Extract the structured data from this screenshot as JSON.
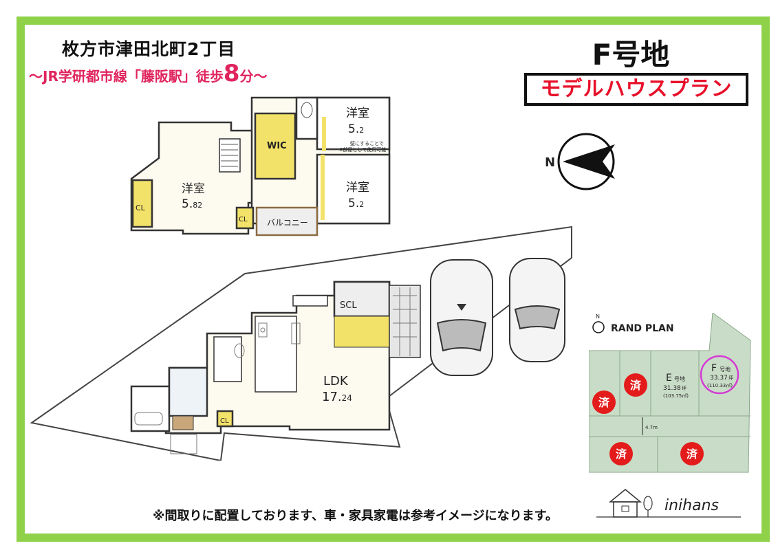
{
  "header": {
    "address": "枚方市津田北町2丁目",
    "access_prefix": "〜JR学研都市線「藤阪駅」徒歩",
    "access_minutes": "8",
    "access_suffix": "分〜",
    "lot": "F号地",
    "plan_type": "モデルハウスプラン"
  },
  "compass": {
    "letter": "N"
  },
  "floor2": {
    "room_a": {
      "name": "洋室",
      "size_int": "5.",
      "size_dec": "2"
    },
    "room_b": {
      "name": "洋室",
      "size_int": "5.",
      "size_dec": "2"
    },
    "room_c": {
      "name": "洋室",
      "size_int": "5.",
      "size_dec": "82"
    },
    "wic": "WIC",
    "cl1": "CL",
    "cl2": "CL",
    "balcony": "バルコニー",
    "wall_note_1": "壁にすることで",
    "wall_note_2": "2部屋として使用可能"
  },
  "floor1": {
    "ldk": "LDK",
    "ldk_size_int": "17.",
    "ldk_size_dec": "24",
    "scl": "SCL",
    "cl": "CL"
  },
  "site_map": {
    "title": "RAND PLAN",
    "north": "N",
    "sold_label": "済",
    "lot_e": {
      "name": "E",
      "suffix": "号地",
      "tsubo": "31.38",
      "tsubo_unit": "坪",
      "sqm": "(103.75㎡)"
    },
    "lot_f": {
      "name": "F",
      "suffix": "号地",
      "tsubo": "33.37",
      "tsubo_unit": "坪",
      "sqm": "(110.33㎡)"
    },
    "road_width": "4.7m"
  },
  "note": "※間取りに配置しております、車・家具家電は参考イメージになります。",
  "brand": "inihans",
  "colors": {
    "frame": "#8fd24a",
    "accent": "#e0245e",
    "sold": "#e31b1b",
    "closet": "#f3e26a",
    "lot_green": "#c9dcc7"
  }
}
